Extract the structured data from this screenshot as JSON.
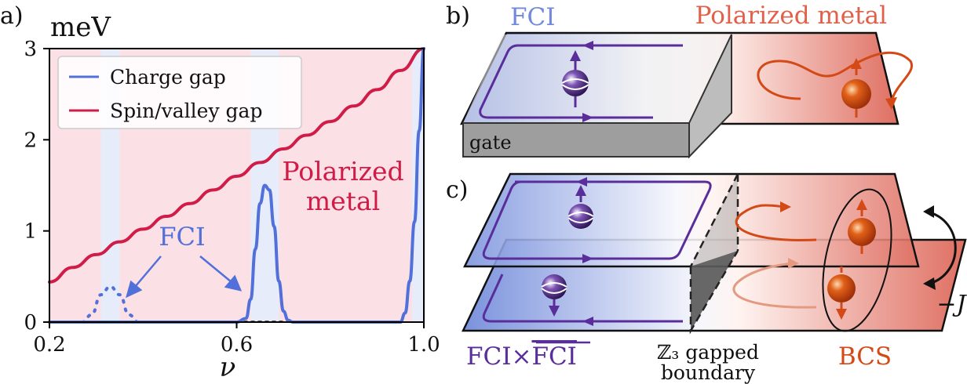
{
  "panels": {
    "a": {
      "letter": "a)",
      "unit": "meV",
      "xlabel": "ν",
      "legend": {
        "items": [
          {
            "label": "Charge gap",
            "color": "#5170d9"
          },
          {
            "label": "Spin/valley gap",
            "color": "#d01c46"
          }
        ]
      },
      "annotations": {
        "fci": "FCI",
        "polarized_line1": "Polarized",
        "polarized_line2": "metal"
      }
    },
    "b": {
      "letter": "b)",
      "fci_label": "FCI",
      "metal_label": "Polarized metal",
      "gate_label": "gate"
    },
    "c": {
      "letter": "c)",
      "fci_fci_label": "FCI×FCI",
      "fci_part": "FCI×",
      "fci_bar_part": "FCI",
      "boundary_line1": "ℤ₃ gapped",
      "boundary_line2": "boundary",
      "bcs_label": "BCS",
      "coupling_label": "−J"
    }
  },
  "colors": {
    "charge_gap": "#5170d9",
    "spin_gap": "#d01c46",
    "metal_bg": "#fbe0e6",
    "fci_band": "#e7ecfb",
    "fci_purple": "#5a2e9a",
    "metal_orange": "#d34a17"
  },
  "chart_data": {
    "type": "line",
    "title": "",
    "xlabel": "ν",
    "ylabel": "meV",
    "xlim": [
      0.2,
      1.0
    ],
    "ylim": [
      0,
      3
    ],
    "xticks": [
      0.2,
      0.6,
      1.0
    ],
    "xtick_labels": [
      "0.2",
      "0.6",
      "1.0"
    ],
    "yticks": [
      0,
      1,
      2,
      3
    ],
    "ytick_labels": [
      "0",
      "1",
      "2",
      "3"
    ],
    "grid": false,
    "legend_position": "top-left",
    "fci_bands": [
      [
        0.31,
        0.35
      ],
      [
        0.63,
        0.69
      ],
      [
        0.975,
        1.0
      ]
    ],
    "series": [
      {
        "name": "Spin/valley gap",
        "color": "#d01c46",
        "style": "solid",
        "x": [
          0.2,
          0.25,
          0.3,
          0.35,
          0.4,
          0.45,
          0.5,
          0.55,
          0.6,
          0.65,
          0.7,
          0.75,
          0.8,
          0.85,
          0.9,
          0.95,
          1.0
        ],
        "y": [
          0.44,
          0.6,
          0.74,
          0.88,
          1.02,
          1.16,
          1.3,
          1.45,
          1.6,
          1.75,
          1.9,
          2.05,
          2.2,
          2.37,
          2.55,
          2.76,
          3.0
        ]
      },
      {
        "name": "Charge gap",
        "color": "#5170d9",
        "style": "dotted",
        "x": [
          0.27,
          0.29,
          0.31,
          0.33,
          0.35,
          0.37,
          0.39
        ],
        "y": [
          0.0,
          0.08,
          0.3,
          0.39,
          0.3,
          0.08,
          0.0
        ]
      },
      {
        "name": "Charge gap",
        "color": "#5170d9",
        "style": "solid",
        "x": [
          0.2,
          0.6,
          0.62,
          0.63,
          0.64,
          0.65,
          0.66,
          0.67,
          0.68,
          0.69,
          0.7,
          0.71,
          0.72,
          0.95,
          0.96,
          0.97,
          0.98,
          0.99,
          1.0
        ],
        "y": [
          0.0,
          0.0,
          0.04,
          0.25,
          0.8,
          1.3,
          1.5,
          1.45,
          1.05,
          0.45,
          0.12,
          0.02,
          0.0,
          0.0,
          0.1,
          0.45,
          1.1,
          2.1,
          3.0
        ]
      }
    ]
  }
}
